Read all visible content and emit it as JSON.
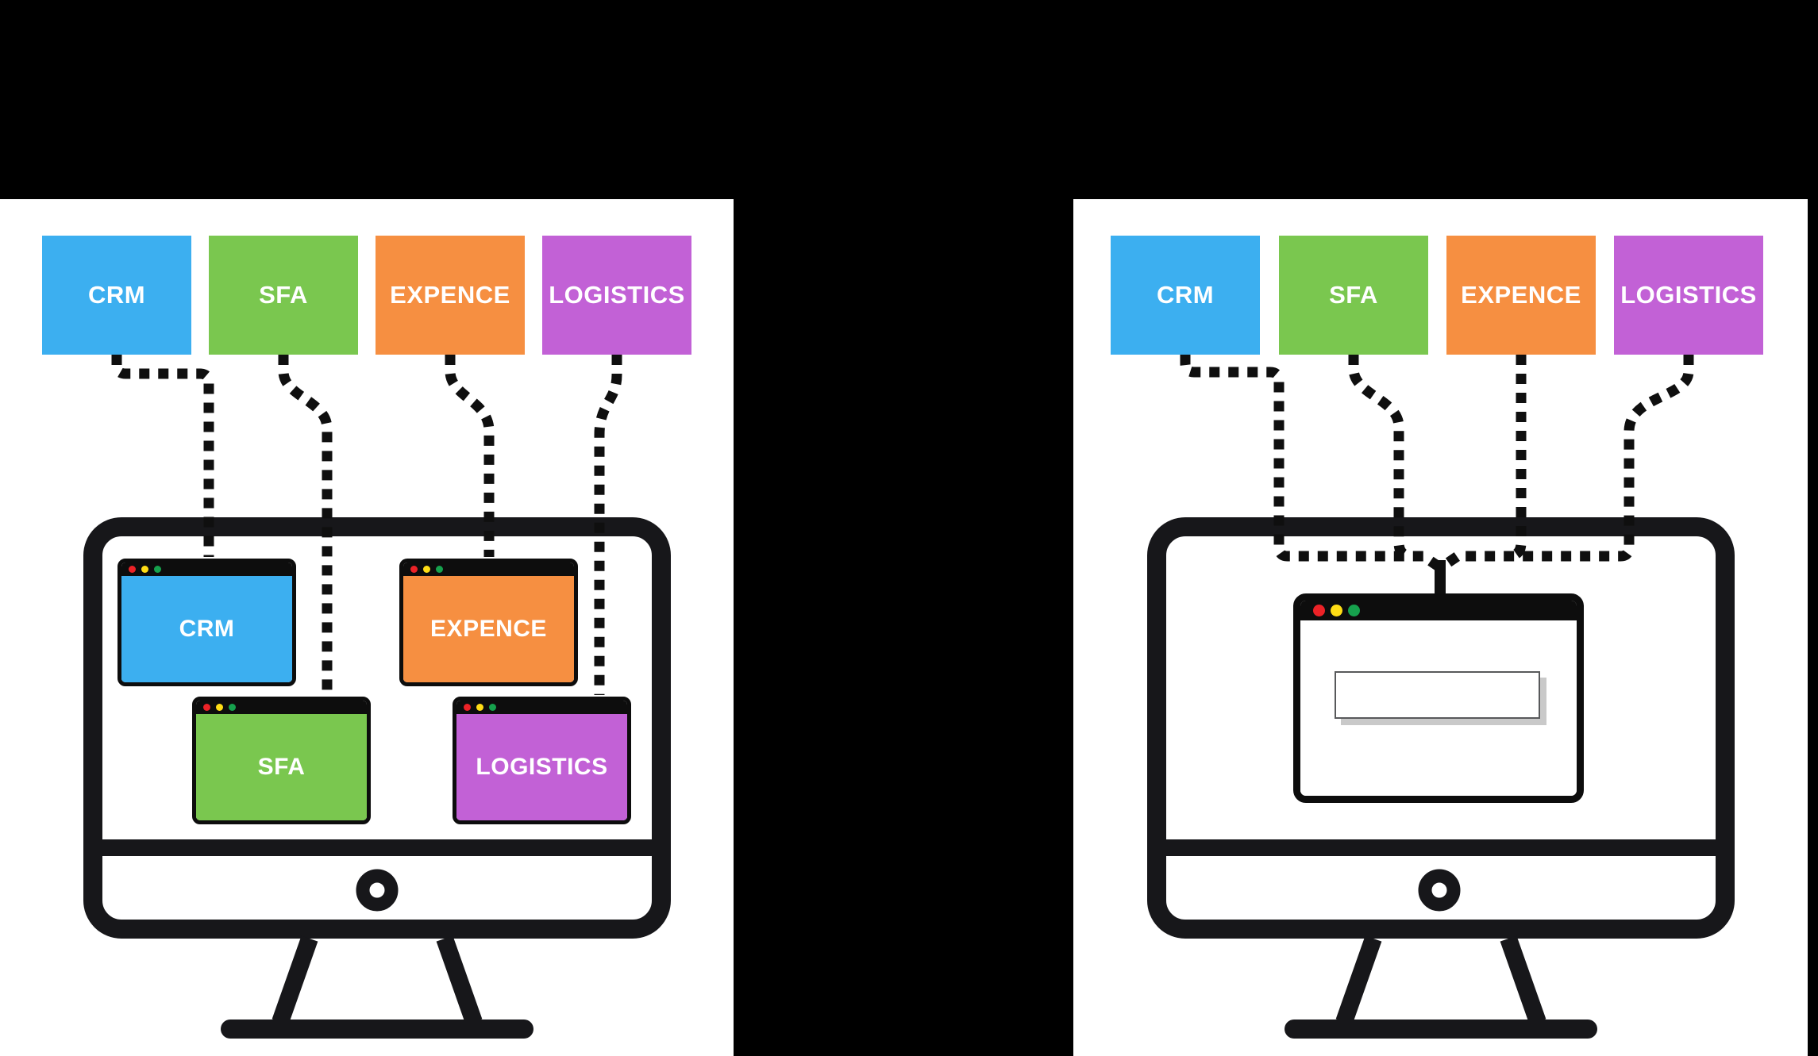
{
  "palette": {
    "background": "#000000",
    "panel": "#ffffff",
    "outline_ink": "#17171a",
    "connector": "#0f0f0f",
    "titlebar": "#0d0d0d",
    "dot_red": "#ec2227",
    "dot_yellow": "#ffdd15",
    "dot_green": "#16a14d",
    "box_blue": "#3caff0",
    "box_green": "#7ac74f",
    "box_orange": "#f68f41",
    "box_purple": "#c261d6",
    "input_border": "#58595b",
    "input_shadow": "#c9c9c9"
  },
  "left_panel": {
    "sources": [
      {
        "id": "crm",
        "label": "CRM",
        "color": "#3caff0"
      },
      {
        "id": "sfa",
        "label": "SFA",
        "color": "#7ac74f"
      },
      {
        "id": "expence",
        "label": "EXPENCE",
        "color": "#f68f41"
      },
      {
        "id": "logistics",
        "label": "LOGISTICS",
        "color": "#c261d6"
      }
    ],
    "windows": [
      {
        "id": "crm",
        "label": "CRM",
        "color": "#3caff0"
      },
      {
        "id": "expence",
        "label": "EXPENCE",
        "color": "#f68f41"
      },
      {
        "id": "sfa",
        "label": "SFA",
        "color": "#7ac74f"
      },
      {
        "id": "logistics",
        "label": "LOGISTICS",
        "color": "#c261d6"
      }
    ]
  },
  "right_panel": {
    "sources": [
      {
        "id": "crm",
        "label": "CRM",
        "color": "#3caff0"
      },
      {
        "id": "sfa",
        "label": "SFA",
        "color": "#7ac74f"
      },
      {
        "id": "expence",
        "label": "EXPENCE",
        "color": "#f68f41"
      },
      {
        "id": "logistics",
        "label": "LOGISTICS",
        "color": "#c261d6"
      }
    ],
    "window": {
      "input_value": "",
      "input_placeholder": ""
    }
  },
  "icons": {
    "traffic_lights": [
      "red-dot",
      "yellow-dot",
      "green-dot"
    ],
    "monitor": "desktop-monitor",
    "connector_style": "dotted"
  }
}
